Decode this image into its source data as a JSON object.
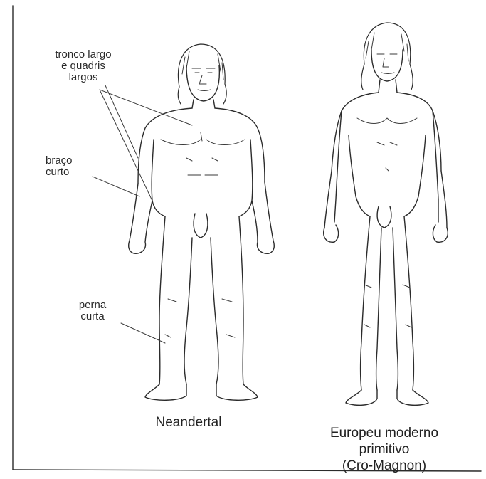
{
  "labels": {
    "trunk": [
      "tronco largo",
      "e quadris",
      "largos"
    ],
    "arm": [
      "braço",
      "curto"
    ],
    "leg": [
      "perna",
      "curta"
    ]
  },
  "captions": {
    "neandertal": [
      "Neandertal"
    ],
    "cromagnon": [
      "Europeu moderno",
      "primitivo",
      "(Cro-Magnon)"
    ]
  }
}
